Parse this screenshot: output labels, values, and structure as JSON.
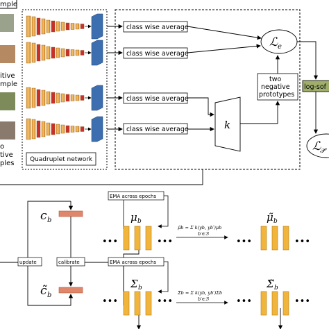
{
  "header_left_fragment": "mple",
  "sample_labels": {
    "positive_line1": "itive",
    "positive_line2": "mple",
    "negative_line1": "o",
    "negative_line2": "tive",
    "negative_line3": "ples"
  },
  "network": {
    "title": "Quadruplet network"
  },
  "class_wise_average": [
    "class wise average",
    "class wise average",
    "class wise average",
    "class wise average"
  ],
  "loss_e": {
    "symbol": "ℒ",
    "subscript": "e"
  },
  "loss_p": {
    "symbol": "ℒ",
    "subscript": "𝒫"
  },
  "negative_prototypes": [
    "two",
    "negative",
    "prototypes"
  ],
  "kernel_symbol": "k",
  "log_softmax": "log-sof",
  "bottom": {
    "c_b": "c",
    "c_b_sub": "b",
    "c_tilde_b": "c̃",
    "c_tilde_sub": "b",
    "update": "update",
    "calibrate": "calibrate",
    "ema1": "EMA across epochs",
    "ema2": "EMA across epochs",
    "mu_b": "μ",
    "mu_sub": "b",
    "sigma_b": "Σ",
    "sigma_sub": "b",
    "mu_tilde": "μ̃",
    "sigma_tilde": "Σ̃",
    "eq_mu": "μ̃b = Σ k(yb, yb′)μb",
    "eq_sigma": "Σ̃b = Σ k(yb, yb′)Σb",
    "sum_sub": "b′∈ℬ",
    "dots": "•••"
  }
}
